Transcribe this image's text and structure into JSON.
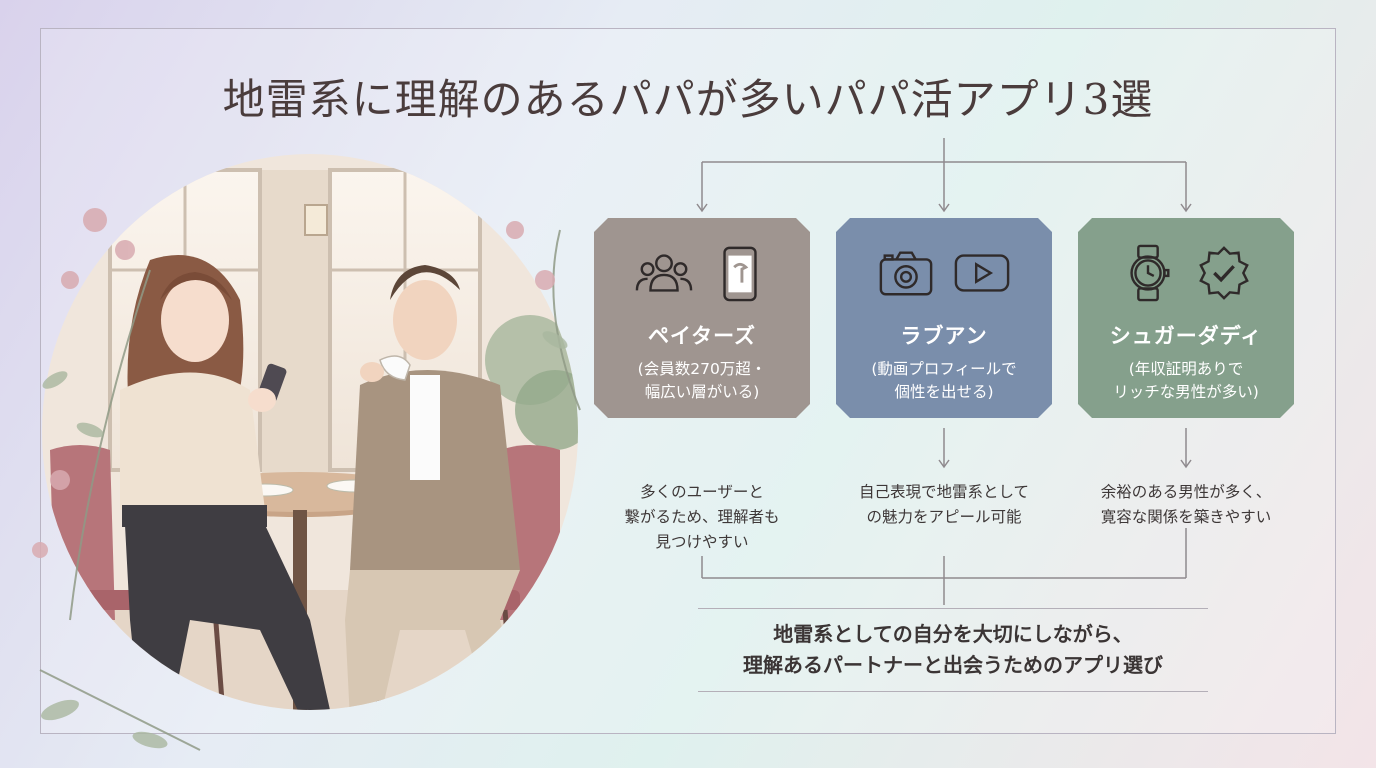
{
  "title": "地雷系に理解のあるパパが多いパパ活アプリ3選",
  "apps": [
    {
      "name": "ペイターズ",
      "sub_line1": "(会員数270万超・",
      "sub_line2": "幅広い層がいる)",
      "desc_line1": "多くのユーザーと",
      "desc_line2": "繋がるため、理解者も",
      "desc_line3": "見つけやすい",
      "color": "#9f9590",
      "icons": [
        "users-icon",
        "smartphone-app-icon"
      ]
    },
    {
      "name": "ラブアン",
      "sub_line1": "(動画プロフィールで",
      "sub_line2": "個性を出せる)",
      "desc_line1": "自己表現で地雷系として",
      "desc_line2": "の魅力をアピール可能",
      "desc_line3": "",
      "color": "#7a8eab",
      "icons": [
        "camera-icon",
        "video-play-icon"
      ]
    },
    {
      "name": "シュガーダディ",
      "sub_line1": "(年収証明ありで",
      "sub_line2": "リッチな男性が多い)",
      "desc_line1": "余裕のある男性が多く、",
      "desc_line2": "寛容な関係を築きやすい",
      "desc_line3": "",
      "color": "#85a08c",
      "icons": [
        "wristwatch-icon",
        "verified-badge-icon"
      ]
    }
  ],
  "summary_line1": "地雷系としての自分を大切にしながら、",
  "summary_line2": "理解あるパートナーと出会うためのアプリ選び"
}
